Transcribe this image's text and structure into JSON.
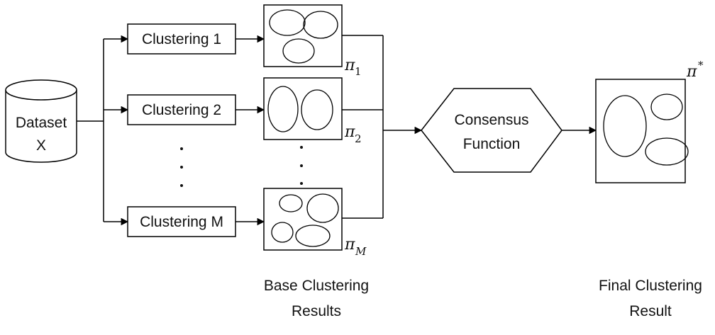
{
  "dataset": {
    "line1": "Dataset",
    "line2": "X"
  },
  "clusterers": [
    {
      "label": "Clustering 1"
    },
    {
      "label": "Clustering 2"
    },
    {
      "label": "Clustering M"
    }
  ],
  "partitions": [
    {
      "symbol": "π",
      "subscript": "1"
    },
    {
      "symbol": "π",
      "subscript": "2"
    },
    {
      "symbol": "π",
      "subscript": "M"
    }
  ],
  "consensus": {
    "line1": "Consensus",
    "line2": "Function"
  },
  "final": {
    "symbol": "π",
    "superscript": "*"
  },
  "captions": {
    "base_line1": "Base Clustering",
    "base_line2": "Results",
    "final_line1": "Final Clustering",
    "final_line2": "Result"
  }
}
